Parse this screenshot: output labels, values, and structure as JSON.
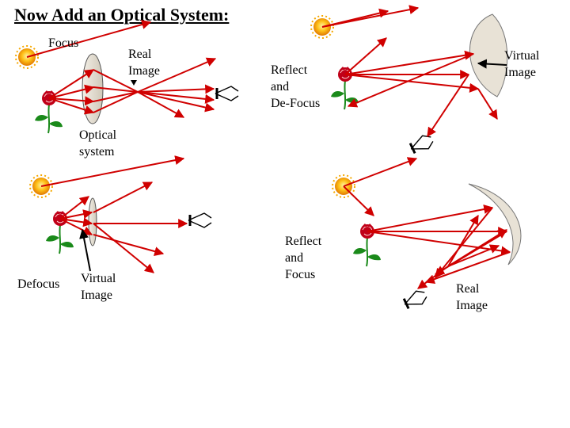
{
  "title": "Now Add an Optical System:",
  "labels": {
    "focus": "Focus",
    "real_image_top": "Real\nImage",
    "optical_system": "Optical\nsystem",
    "reflect_defocus": "Reflect\nand\nDe-Focus",
    "virtual_image_top": "Virtual\nImage",
    "defocus": "Defocus",
    "virtual_image_bottom": "Virtual\nImage",
    "reflect_focus": "Reflect\nand\nFocus",
    "real_image_bottom": "Real\nImage"
  },
  "colors": {
    "ray": "#d00000",
    "sun": "#f5a800",
    "rose": "#c00018",
    "stem": "#1a8a1a",
    "mirror": "#e8e2d6"
  }
}
